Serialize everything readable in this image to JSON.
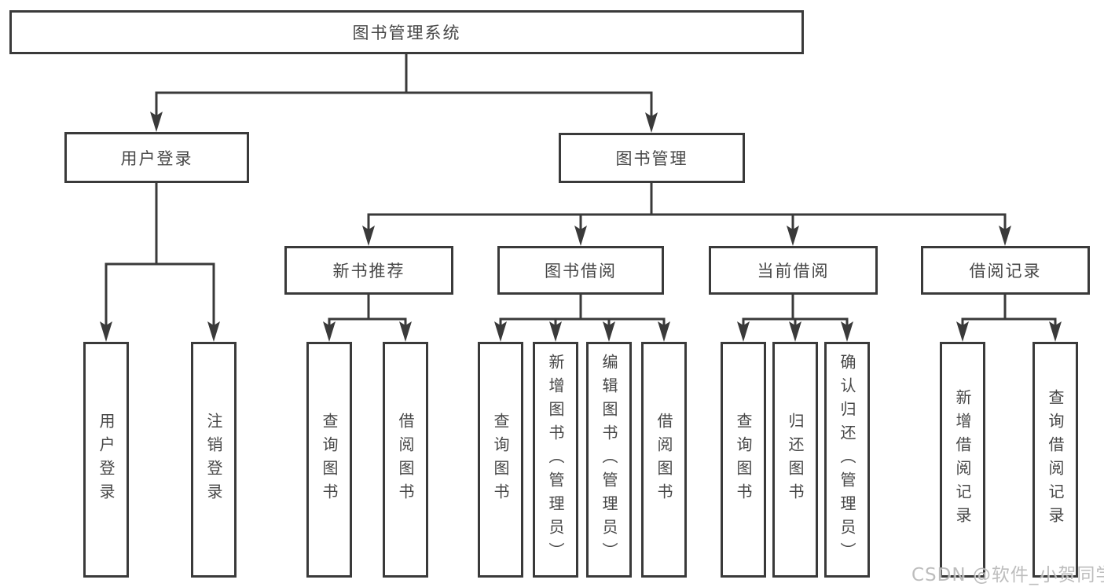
{
  "tree": {
    "root": {
      "label": "图书管理系统"
    },
    "branches": [
      {
        "label": "用户登录",
        "children": [
          {
            "label": "用户登录"
          },
          {
            "label": "注销登录"
          }
        ]
      },
      {
        "label": "图书管理",
        "sections": [
          {
            "label": "新书推荐",
            "children": [
              {
                "label": "查询图书"
              },
              {
                "label": "借阅图书"
              }
            ]
          },
          {
            "label": "图书借阅",
            "children": [
              {
                "label": "查询图书"
              },
              {
                "label": "新增图书（管理员）"
              },
              {
                "label": "编辑图书（管理员）"
              },
              {
                "label": "借阅图书"
              }
            ]
          },
          {
            "label": "当前借阅",
            "children": [
              {
                "label": "查询图书"
              },
              {
                "label": "归还图书"
              },
              {
                "label": "确认归还（管理员）"
              }
            ]
          },
          {
            "label": "借阅记录",
            "children": [
              {
                "label": "新增借阅记录"
              },
              {
                "label": "查询借阅记录"
              }
            ]
          }
        ]
      }
    ]
  },
  "watermark": {
    "text": "CSDN @软件_小贺同学"
  },
  "colors": {
    "background": "#ffffff",
    "line": "#3a3a3a",
    "box_border": "#3a3a3a",
    "text": "#474747",
    "watermark": "#b2b2b2"
  }
}
